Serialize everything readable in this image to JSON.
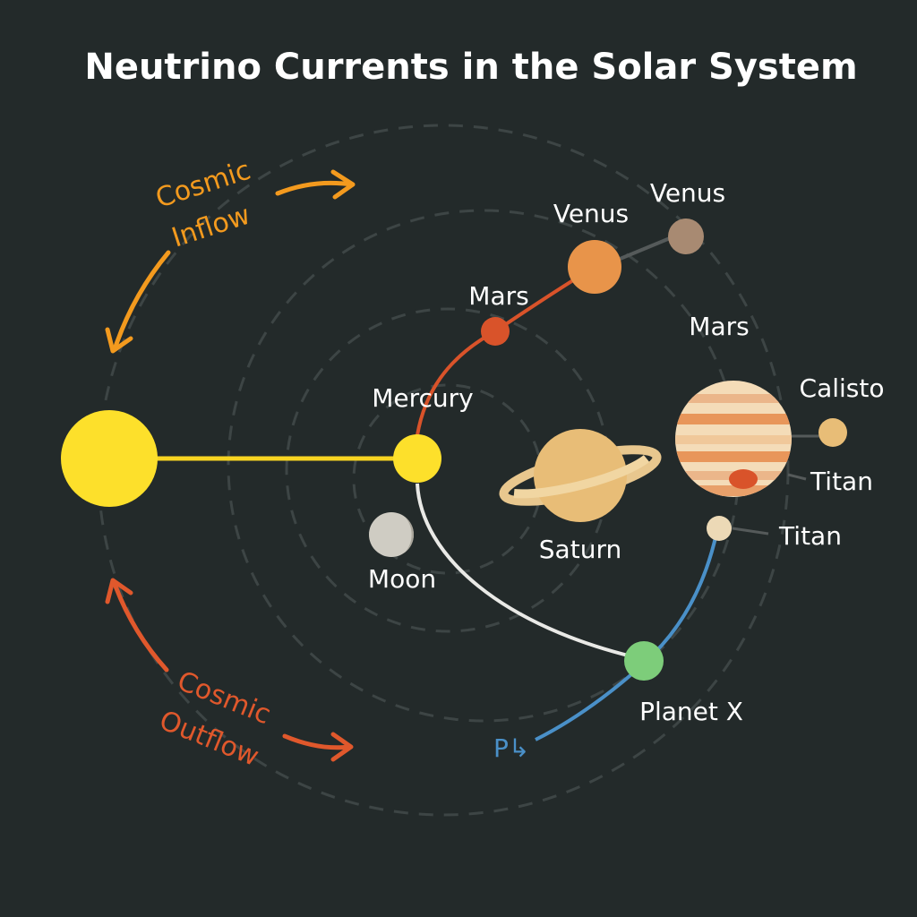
{
  "title": "Neutrino Currents in the Solar System",
  "colors": {
    "background": "#232a2a",
    "sun": "#fde02b",
    "sun_beam": "#f7d421",
    "mars_path": "#d9532a",
    "white_path": "#e9e9e6",
    "blue_path": "#4a90c8",
    "inflow": "#f39a1e",
    "outflow": "#e0582c",
    "orbit": "#3d4545"
  },
  "labels": {
    "venus_near": "Venus",
    "venus_far": "Venus",
    "mars_near": "Mars",
    "mars_far": "Mars",
    "mercury": "Mercury",
    "moon": "Moon",
    "saturn": "Saturn",
    "calisto": "Calisto",
    "titan_upper": "Titan",
    "titan_lower": "Titan",
    "planet_x": "Planet X",
    "pluto_fragment": "P↳"
  },
  "flows": {
    "inflow_line1": "Cosmic",
    "inflow_line2": "Inflow",
    "outflow_line1": "Cosmic",
    "outflow_line2": "Outflow"
  },
  "icons": {
    "sun": "sun-icon",
    "jupiter": "banded-gas-giant-icon",
    "saturn": "ringed-planet-icon"
  }
}
